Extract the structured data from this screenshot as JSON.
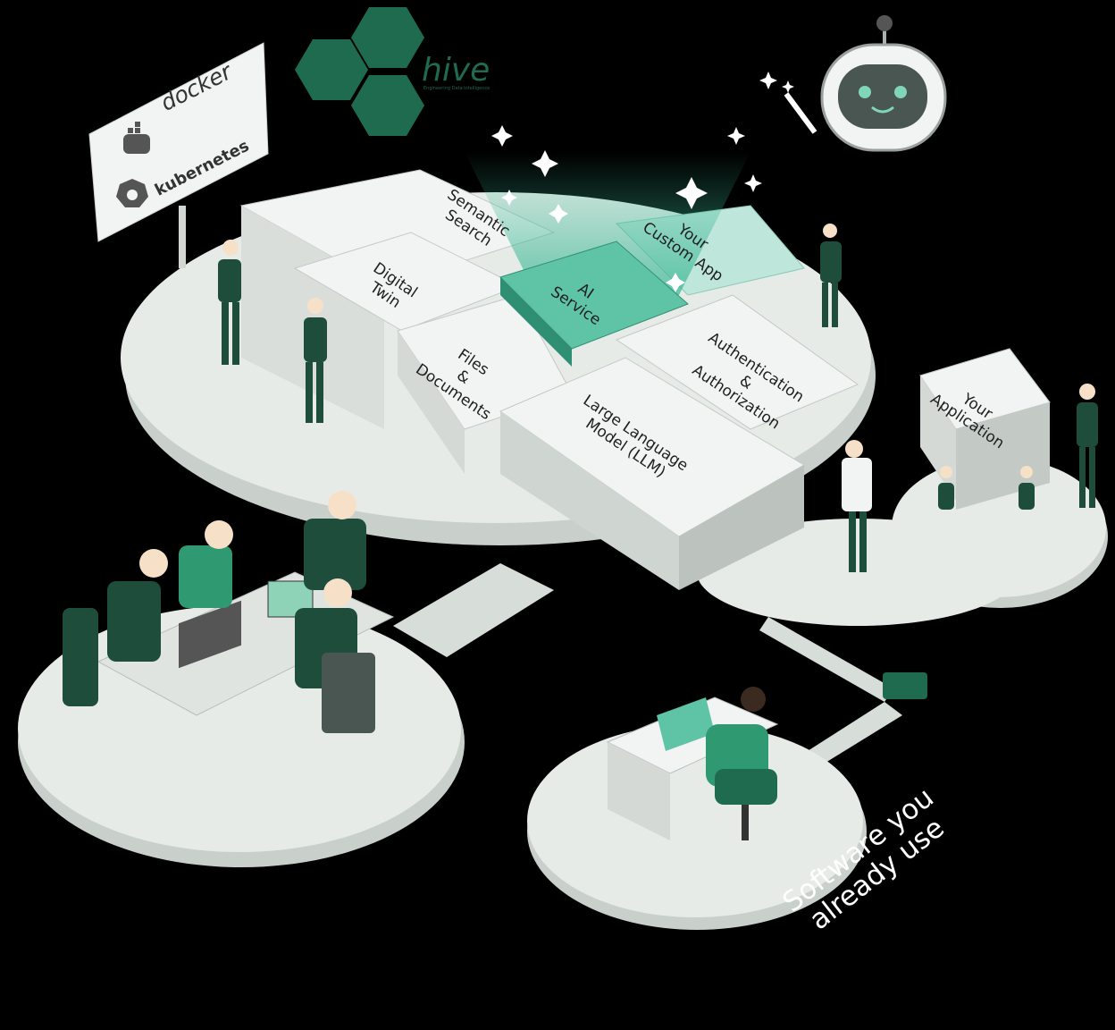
{
  "logo": {
    "name": "hive",
    "tagline": "Engineering Data Intelligence"
  },
  "sign": {
    "docker": "docker",
    "kubernetes": "kubernetes"
  },
  "pieces": {
    "semantic_search": "Semantic\nSearch",
    "your_custom_app": "Your\nCustom App",
    "digital_twin": "Digital\nTwin",
    "ai_service": "AI\nService",
    "files_documents": "Files\n&\nDocuments",
    "authentication": "Authentication\n&\nAuthorization",
    "llm": "Large Language\nModel (LLM)",
    "your_application": "Your\nApplication"
  },
  "bottom_text": "Software you\nalready use",
  "colors": {
    "background": "#000000",
    "accent": "#1f6b4f",
    "glow": "#3bb894",
    "platform": "#e6ebe8"
  }
}
